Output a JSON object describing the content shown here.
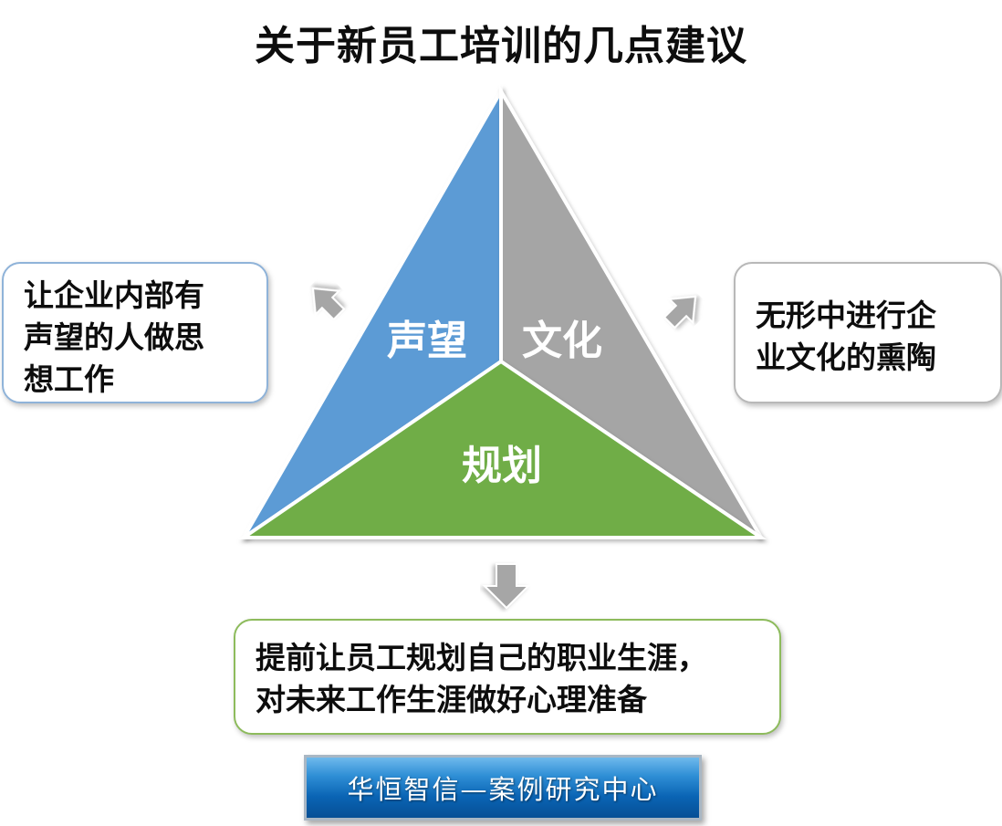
{
  "title": "关于新员工培训的几点建议",
  "segments": {
    "left": {
      "label": "声望",
      "color": "#5b9bd5"
    },
    "right": {
      "label": "文化",
      "color": "#a5a5a5"
    },
    "bottom": {
      "label": "规划",
      "color": "#70ad47"
    }
  },
  "boxes": {
    "left": {
      "lines": [
        "让企业内部有",
        "声望的人做思",
        "想工作"
      ]
    },
    "right": {
      "lines": [
        "无形中进行企",
        "业文化的熏陶"
      ]
    },
    "bottom": {
      "lines": [
        "提前让员工规划自己的职业生涯，",
        "对未来工作生涯做好心理准备"
      ]
    }
  },
  "footer": {
    "text": "华恒智信—案例研究中心"
  },
  "colors": {
    "arrow": "#a6a6a6",
    "banner": "#0a64b4"
  }
}
